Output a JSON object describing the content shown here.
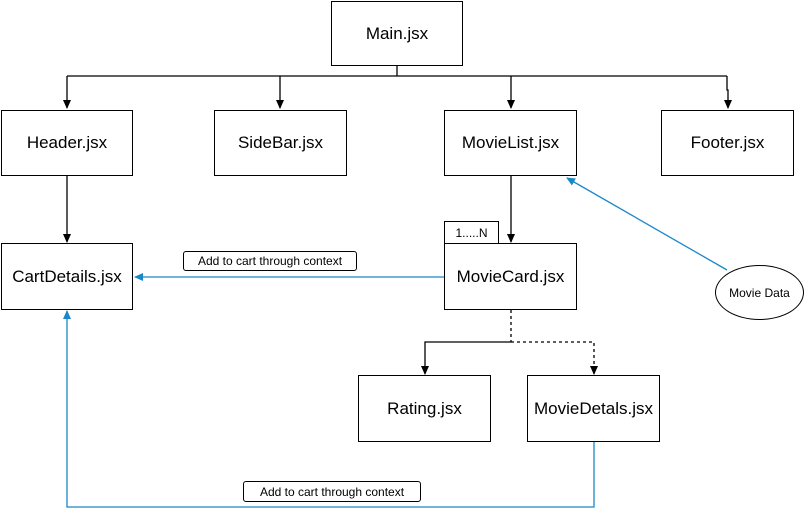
{
  "nodes": {
    "main": "Main.jsx",
    "header": "Header.jsx",
    "sidebar": "SideBar.jsx",
    "movielist": "MovieList.jsx",
    "footer": "Footer.jsx",
    "cartdetails": "CartDetails.jsx",
    "moviecard": "MovieCard.jsx",
    "rating": "Rating.jsx",
    "moviedetails": "MovieDetals.jsx",
    "moviedata": "Movie Data"
  },
  "labels": {
    "multiplicity": "1.....N",
    "add_to_cart_top": "Add to cart through context",
    "add_to_cart_bottom": "Add to cart through context"
  },
  "colors": {
    "line": "#000000",
    "blue_line": "#1b87c9"
  }
}
